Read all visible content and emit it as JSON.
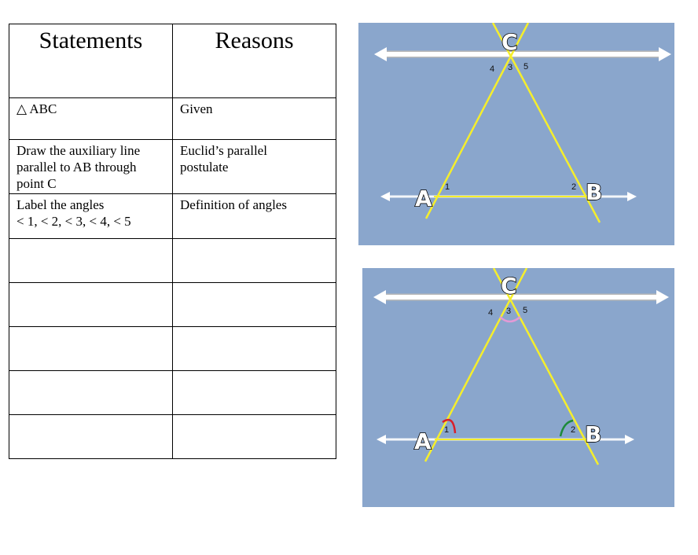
{
  "table": {
    "headers": {
      "statements": "Statements",
      "reasons": "Reasons"
    },
    "rows": [
      {
        "statement": "△ ABC",
        "reason": "Given"
      },
      {
        "statement": "Draw the auxiliary line\nparallel to AB through\npoint C",
        "reason": "Euclid’s parallel\npostulate"
      },
      {
        "statement": "Label the angles\n< 1, < 2, < 3, < 4, < 5",
        "reason": "Definition of angles"
      },
      {
        "statement": "",
        "reason": ""
      },
      {
        "statement": "",
        "reason": ""
      },
      {
        "statement": "",
        "reason": ""
      },
      {
        "statement": "",
        "reason": ""
      },
      {
        "statement": "",
        "reason": ""
      }
    ]
  },
  "diagrams": [
    {
      "vertex_labels": {
        "a": "A",
        "b": "B",
        "c": "C"
      },
      "angle_labels": {
        "one": "1",
        "two": "2",
        "three": "3",
        "four": "4",
        "five": "5"
      },
      "marked_angles": false
    },
    {
      "vertex_labels": {
        "a": "A",
        "b": "B",
        "c": "C"
      },
      "angle_labels": {
        "one": "1",
        "two": "2",
        "three": "3",
        "four": "4",
        "five": "5"
      },
      "marked_angles": true
    }
  ],
  "colors": {
    "background": "#8aa6cc",
    "triangle_lines": "#f5ee2c",
    "parallel_line": "#ffffff",
    "angle_mark_1": "#d91f2a",
    "angle_mark_2": "#1d8a3a",
    "angle_mark_3": "#e39ad6"
  }
}
